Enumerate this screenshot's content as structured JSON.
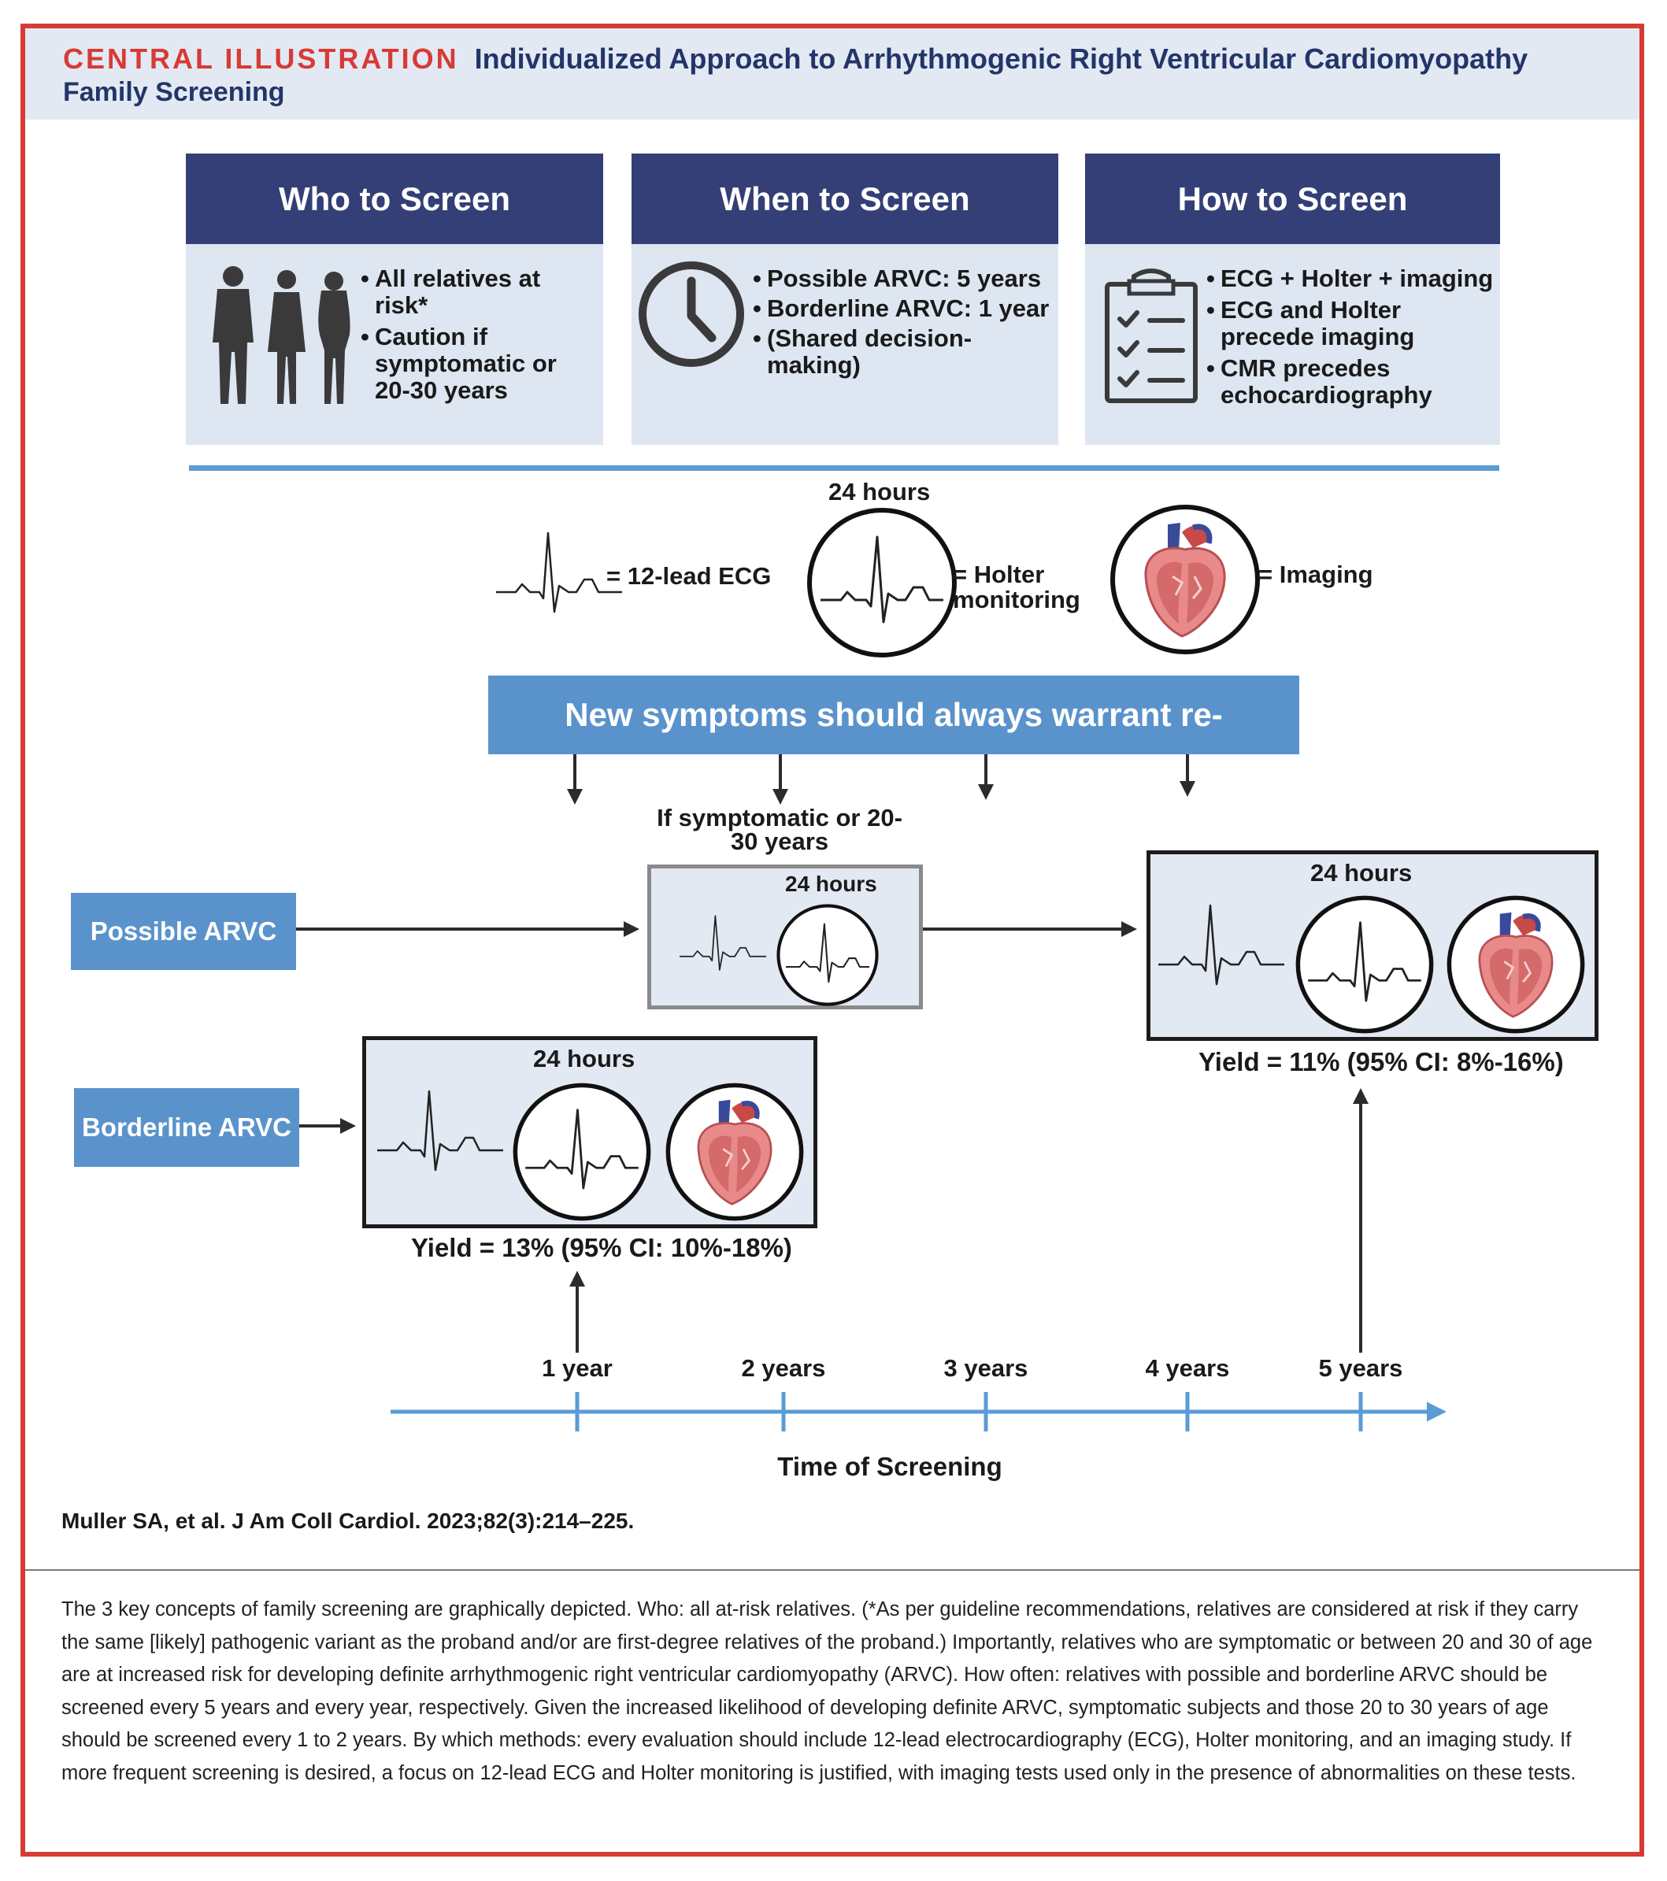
{
  "header": {
    "label": "CENTRAL ILLUSTRATION",
    "title_line1": "Individualized Approach to Arrhythmogenic Right Ventricular Cardiomyopathy",
    "title_line2": "Family Screening"
  },
  "panels": {
    "who": {
      "title": "Who to Screen",
      "bullets": [
        "All relatives at risk*",
        "Caution if symptomatic or 20-30 years"
      ]
    },
    "when": {
      "title": "When to Screen",
      "bullets": [
        "Possible ARVC: 5 years",
        "Borderline ARVC: 1 year",
        "(Shared decision-making)"
      ]
    },
    "how": {
      "title": "How to Screen",
      "bullets": [
        "ECG + Holter + imaging",
        "ECG and Holter precede imaging",
        "CMR precedes echocardiography"
      ]
    }
  },
  "legend": {
    "ecg": "= 12-lead ECG",
    "holter_hours": "24 hours",
    "holter": "= Holter monitoring",
    "imaging": "= Imaging"
  },
  "banner": "New symptoms should always warrant re-evaluation",
  "flow": {
    "symptomatic_note": "If symptomatic or 20-30 years",
    "possible": "Possible ARVC",
    "borderline": "Borderline ARVC",
    "hours_small": "24 hours",
    "hours_right": "24 hours",
    "hours_border": "24 hours",
    "yield_possible": "Yield = 11% (95% CI: 8%-16%)",
    "yield_borderline": "Yield = 13% (95% CI: 10%-18%)"
  },
  "timeline": {
    "ticks": [
      "1 year",
      "2 years",
      "3 years",
      "4 years",
      "5 years"
    ],
    "axis_label": "Time of Screening"
  },
  "citation": "Muller SA, et al. J Am Coll Cardiol. 2023;82(3):214–225.",
  "caption": "The 3 key concepts of family screening are graphically depicted. Who: all at-risk relatives. (*As per guideline recommendations, relatives are considered at risk if they carry the same [likely] pathogenic variant as the proband and/or are first-degree relatives of the proband.) Importantly, relatives who are symptomatic or between 20 and 30 of age are at increased risk for developing definite arrhythmogenic right ventricular cardiomyopathy (ARVC). How often: relatives with possible and borderline ARVC should be screened every 5 years and every year, respectively. Given the increased likelihood of developing definite ARVC, symptomatic subjects and those 20 to 30 years of age should be screened every 1 to 2 years. By which methods: every evaluation should include 12-lead electrocardiography (ECG), Holter monitoring, and an imaging study. If more frequent screening is desired, a focus on 12-lead ECG and Holter monitoring is justified, with imaging tests used only in the presence of abnormalities on these tests.",
  "colors": {
    "accent_red": "#d83a34",
    "navy": "#343f77",
    "panel_bg": "#dde6f1",
    "blue": "#5a93cc",
    "timeline": "#5b9bd5"
  },
  "icons": [
    "people-icon",
    "clock-icon",
    "clipboard-checklist-icon",
    "ecg-trace-icon",
    "holter-monitor-icon",
    "heart-imaging-icon",
    "arrow-icon"
  ]
}
